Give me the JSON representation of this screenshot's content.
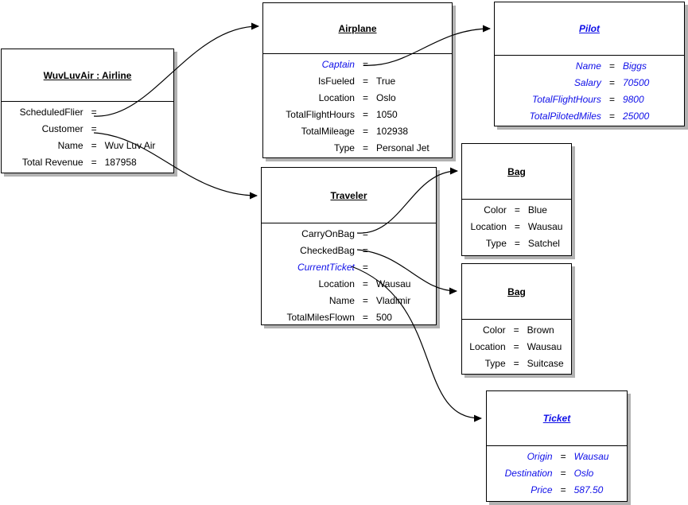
{
  "colors": {
    "blue_text": "#0f0fe8",
    "black_text": "#000000",
    "box_border": "#000000",
    "shadow": "#b2b2b2",
    "background": "#ffffff",
    "connector": "#000000"
  },
  "glyphs": {
    "equals": "="
  },
  "boxes": [
    {
      "id": "airline",
      "title": "WuvLuvAir : Airline",
      "rows": [
        {
          "label": "ScheduledFlier",
          "value": ""
        },
        {
          "label": "Customer",
          "value": ""
        },
        {
          "label": "Name",
          "value": "Wuv Luv Air"
        },
        {
          "label": "Total Revenue",
          "value": "187958"
        }
      ]
    },
    {
      "id": "airplane",
      "title": "Airplane",
      "rows": [
        {
          "label": "Captain",
          "value": ""
        },
        {
          "label": "IsFueled",
          "value": "True"
        },
        {
          "label": "Location",
          "value": "Oslo"
        },
        {
          "label": "TotalFlightHours",
          "value": "1050"
        },
        {
          "label": "TotalMileage",
          "value": "102938"
        },
        {
          "label": "Type",
          "value": "Personal Jet"
        }
      ]
    },
    {
      "id": "pilot",
      "title": "Pilot",
      "rows": [
        {
          "label": "Name",
          "value": "Biggs"
        },
        {
          "label": "Salary",
          "value": "70500"
        },
        {
          "label": "TotalFlightHours",
          "value": "9800"
        },
        {
          "label": "TotalPilotedMiles",
          "value": "25000"
        }
      ]
    },
    {
      "id": "traveler",
      "title": "Traveler",
      "rows": [
        {
          "label": "CarryOnBag",
          "value": ""
        },
        {
          "label": "CheckedBag",
          "value": ""
        },
        {
          "label": "CurrentTicket",
          "value": ""
        },
        {
          "label": "Location",
          "value": "Wausau"
        },
        {
          "label": "Name",
          "value": "Vladimir"
        },
        {
          "label": "TotalMilesFlown",
          "value": "500"
        }
      ]
    },
    {
      "id": "bag1",
      "title": "Bag",
      "rows": [
        {
          "label": "Color",
          "value": "Blue"
        },
        {
          "label": "Location",
          "value": "Wausau"
        },
        {
          "label": "Type",
          "value": "Satchel"
        }
      ]
    },
    {
      "id": "bag2",
      "title": "Bag",
      "rows": [
        {
          "label": "Color",
          "value": "Brown"
        },
        {
          "label": "Location",
          "value": "Wausau"
        },
        {
          "label": "Type",
          "value": "Suitcase"
        }
      ]
    },
    {
      "id": "ticket",
      "title": "Ticket",
      "rows": [
        {
          "label": "Origin",
          "value": "Wausau"
        },
        {
          "label": "Destination",
          "value": "Oslo"
        },
        {
          "label": "Price",
          "value": "587.50"
        }
      ]
    }
  ],
  "connections": [
    {
      "from": "WuvLuvAir : Airline.ScheduledFlier",
      "to": "Airplane"
    },
    {
      "from": "WuvLuvAir : Airline.Customer",
      "to": "Traveler"
    },
    {
      "from": "Airplane.Captain",
      "to": "Pilot"
    },
    {
      "from": "Traveler.CarryOnBag",
      "to": "Bag (Blue Satchel)"
    },
    {
      "from": "Traveler.CheckedBag",
      "to": "Bag (Brown Suitcase)"
    },
    {
      "from": "Traveler.CurrentTicket",
      "to": "Ticket"
    }
  ]
}
